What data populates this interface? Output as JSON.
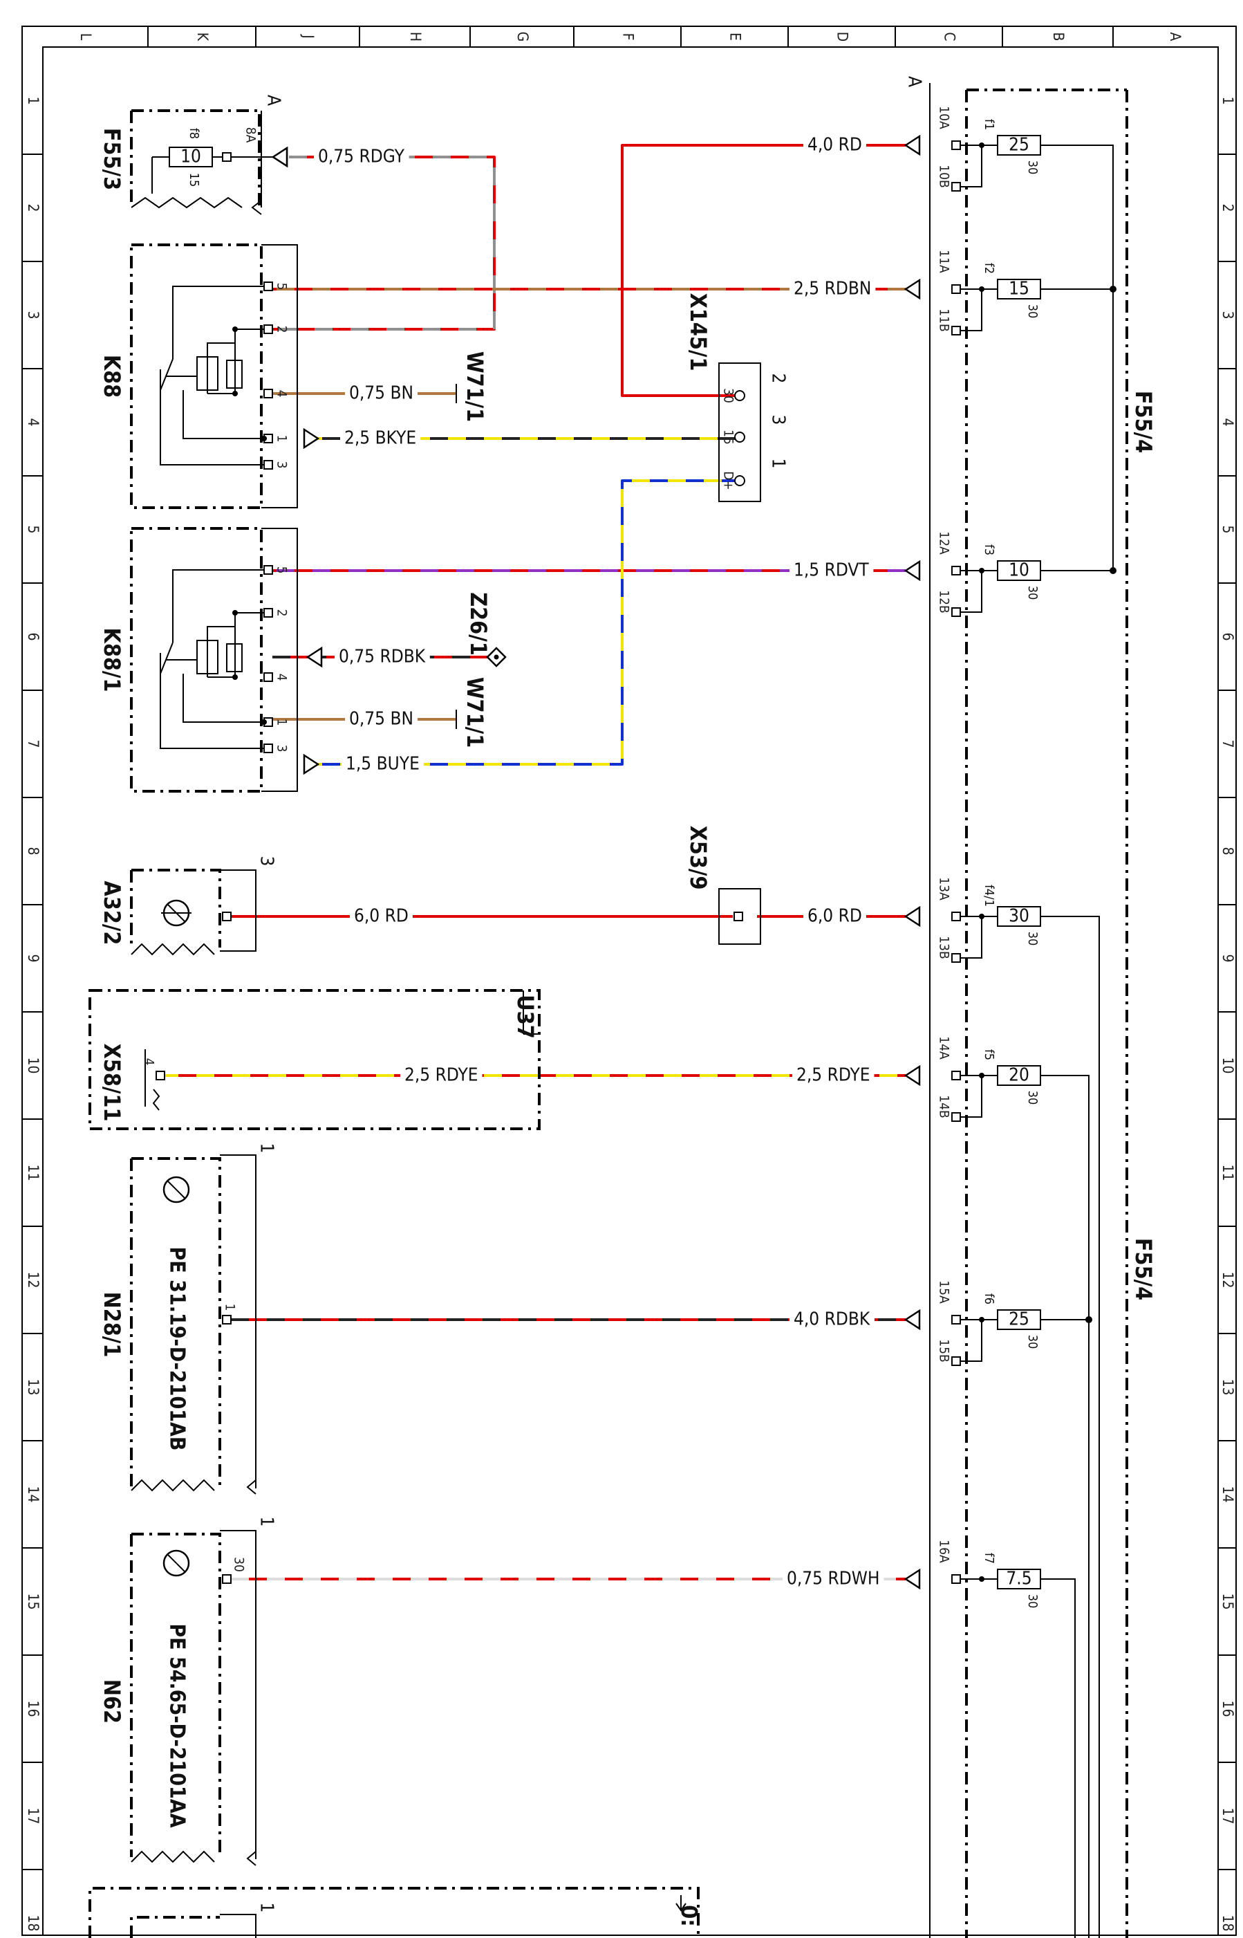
{
  "grid": {
    "columns": [
      "L",
      "K",
      "J",
      "H",
      "G",
      "F",
      "E",
      "D",
      "C",
      "B",
      "A"
    ],
    "rows": [
      "1",
      "2",
      "3",
      "4",
      "5",
      "6",
      "7",
      "8",
      "9",
      "10",
      "11",
      "12",
      "13",
      "14",
      "15",
      "16",
      "17",
      "18"
    ]
  },
  "components": {
    "f55_3": {
      "name": "F55/3",
      "conn": "A",
      "pin": "8A",
      "fuse": "f8",
      "fuse_val": "10",
      "fuse_pin": "15"
    },
    "k88": {
      "name": "K88",
      "pins": [
        "5",
        "2",
        "4",
        "1",
        "3"
      ]
    },
    "k88_1": {
      "name": "K88/1",
      "pins": [
        "5",
        "2",
        "4",
        "1",
        "3"
      ]
    },
    "x145_1": {
      "name": "X145/1",
      "pins": [
        "30",
        "15",
        "D+"
      ],
      "nums": [
        "2",
        "3",
        "1"
      ]
    },
    "w71_1_a": {
      "name": "W71/1"
    },
    "w71_1_b": {
      "name": "W71/1"
    },
    "z26_1": {
      "name": "Z26/1"
    },
    "a32_2": {
      "name": "A32/2",
      "conn": "3"
    },
    "x53_9": {
      "name": "X53/9"
    },
    "u37": {
      "name": "U37"
    },
    "x58_11": {
      "name": "X58/11",
      "pin": "4"
    },
    "n28_1": {
      "name": "N28/1",
      "pe": "PE 31.19-D-2101AB",
      "conn": "1",
      "pin": "1"
    },
    "n62": {
      "name": "N62",
      "pe": "PE 54.65-D-2101AA",
      "conn": "1",
      "pin": "30"
    },
    "f55_4": {
      "name": "F55/4",
      "conn": "A"
    },
    "bottom": {
      "conn": "1",
      "pe": "0:"
    }
  },
  "fuses": [
    {
      "name": "f1",
      "value": "25",
      "out": "30",
      "pin_a": "10A",
      "pin_b": "10B"
    },
    {
      "name": "f2",
      "value": "15",
      "out": "30",
      "pin_a": "11A",
      "pin_b": "11B"
    },
    {
      "name": "f3",
      "value": "10",
      "out": "30",
      "pin_a": "12A",
      "pin_b": "12B"
    },
    {
      "name": "f4/1",
      "value": "30",
      "out": "30",
      "pin_a": "13A",
      "pin_b": "13B"
    },
    {
      "name": "f5",
      "value": "20",
      "out": "30",
      "pin_a": "14A",
      "pin_b": "14B"
    },
    {
      "name": "f6",
      "value": "25",
      "out": "30",
      "pin_a": "15A",
      "pin_b": "15B"
    },
    {
      "name": "f7",
      "value": "7.5",
      "out": "30",
      "pin_a": "16A",
      "pin_b": ""
    }
  ],
  "wires": [
    {
      "label": "0,75 RDGY",
      "colors": [
        "#e00000",
        "#909090"
      ]
    },
    {
      "label": "4,0 RD",
      "colors": [
        "#e00000"
      ]
    },
    {
      "label": "2,5 RDBN",
      "colors": [
        "#e00000",
        "#b07840"
      ]
    },
    {
      "label": "0,75 BN",
      "colors": [
        "#b07840"
      ]
    },
    {
      "label": "2,5 BKYE",
      "colors": [
        "#222222",
        "#f2e600"
      ]
    },
    {
      "label": "1,5 RDVT",
      "colors": [
        "#e00000",
        "#9030c0"
      ]
    },
    {
      "label": "0,75 RDBK",
      "colors": [
        "#e00000",
        "#222222"
      ]
    },
    {
      "label": "0,75 BN",
      "colors": [
        "#b07840"
      ]
    },
    {
      "label": "1,5 BUYE",
      "colors": [
        "#1030d0",
        "#f2e600"
      ]
    },
    {
      "label": "6,0 RD",
      "colors": [
        "#e00000"
      ]
    },
    {
      "label": "6,0 RD",
      "colors": [
        "#e00000"
      ]
    },
    {
      "label": "2,5 RDYE",
      "colors": [
        "#e00000",
        "#f2e600"
      ]
    },
    {
      "label": "2,5 RDYE",
      "colors": [
        "#e00000",
        "#f2e600"
      ]
    },
    {
      "label": "4,0 RDBK",
      "colors": [
        "#e00000",
        "#222222"
      ]
    },
    {
      "label": "0,75 RDWH",
      "colors": [
        "#e00000",
        "#dddddd"
      ]
    }
  ]
}
